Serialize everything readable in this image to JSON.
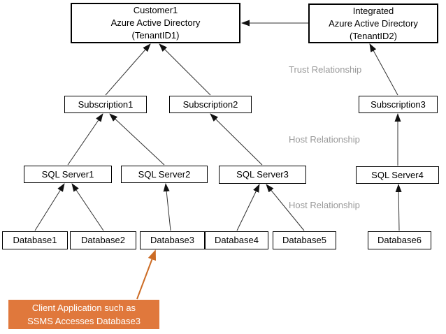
{
  "diagram": {
    "nodes": {
      "customer1_aad": {
        "label": "Customer1\nAzure Active Directory\n(TenantID1)"
      },
      "integrated_aad": {
        "label": "Integrated\nAzure Active Directory\n(TenantID2)"
      },
      "subscription1": {
        "label": "Subscription1"
      },
      "subscription2": {
        "label": "Subscription2"
      },
      "subscription3": {
        "label": "Subscription3"
      },
      "sqlserver1": {
        "label": "SQL Server1"
      },
      "sqlserver2": {
        "label": "SQL Server2"
      },
      "sqlserver3": {
        "label": "SQL Server3"
      },
      "sqlserver4": {
        "label": "SQL Server4"
      },
      "database1": {
        "label": "Database1"
      },
      "database2": {
        "label": "Database2"
      },
      "database3": {
        "label": "Database3"
      },
      "database4": {
        "label": "Database4"
      },
      "database5": {
        "label": "Database5"
      },
      "database6": {
        "label": "Database6"
      },
      "client_callout": {
        "label": "Client Application such as\nSSMS Accesses Database3"
      }
    },
    "relationship_labels": {
      "trust": "Trust Relationship",
      "host_upper": "Host Relationship",
      "host_lower": "Host Relationship"
    },
    "edges": [
      {
        "from": "integrated_aad",
        "to": "customer1_aad",
        "relationship": "trust"
      },
      {
        "from": "subscription1",
        "to": "customer1_aad",
        "relationship": "trust"
      },
      {
        "from": "subscription2",
        "to": "customer1_aad",
        "relationship": "trust"
      },
      {
        "from": "subscription3",
        "to": "integrated_aad",
        "relationship": "trust"
      },
      {
        "from": "sqlserver1",
        "to": "subscription1",
        "relationship": "host"
      },
      {
        "from": "sqlserver2",
        "to": "subscription1",
        "relationship": "host"
      },
      {
        "from": "sqlserver3",
        "to": "subscription2",
        "relationship": "host"
      },
      {
        "from": "sqlserver4",
        "to": "subscription3",
        "relationship": "host"
      },
      {
        "from": "database1",
        "to": "sqlserver1",
        "relationship": "host"
      },
      {
        "from": "database2",
        "to": "sqlserver1",
        "relationship": "host"
      },
      {
        "from": "database3",
        "to": "sqlserver2",
        "relationship": "host"
      },
      {
        "from": "database4",
        "to": "sqlserver3",
        "relationship": "host"
      },
      {
        "from": "database5",
        "to": "sqlserver3",
        "relationship": "host"
      },
      {
        "from": "database6",
        "to": "sqlserver4",
        "relationship": "host"
      },
      {
        "from": "client_callout",
        "to": "database3",
        "relationship": "access"
      }
    ],
    "colors": {
      "box_border": "#000000",
      "box_bg": "#ffffff",
      "line": "#303030",
      "arrowhead": "#111111",
      "label_gray": "#9a9a9a",
      "callout_bg": "#e0783c",
      "callout_text": "#ffffff",
      "callout_arrow": "#cc6b24"
    }
  }
}
